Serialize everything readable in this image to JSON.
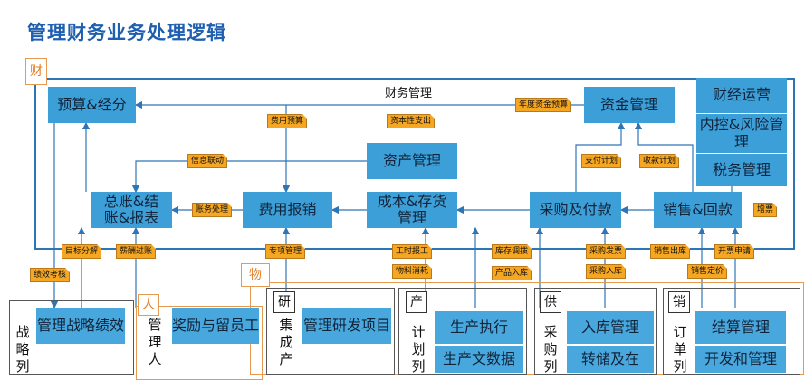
{
  "title": "管理财务业务处理逻辑",
  "tags": {
    "cai": "财",
    "wu": "物",
    "ren": "人"
  },
  "section_title": "财务管理",
  "boxes": {
    "budget": "预算&经分",
    "capital": "资金管理",
    "ops": "财经运营",
    "control": "内控&风险管理",
    "tax": "税务管理",
    "asset": "资产管理",
    "ledger": "总账&结账&报表",
    "expense": "费用报销",
    "cost": "成本&存货管理",
    "purchase": "采购及付款",
    "sales": "销售&回款",
    "perf": "管理战略绩效",
    "reward": "奖励与留员工",
    "rd": "管理研发项目",
    "prod": "生产执行",
    "prod2": "生产文数据",
    "stock_in": "入库管理",
    "transfer": "转储及在",
    "settle": "结算管理",
    "devmgmt": "开发和管理"
  },
  "flow_labels": {
    "expense_budget": "费用预算",
    "capex": "资本性支出",
    "annual_budget": "年度资金预算",
    "info_link": "信息联动",
    "pay_plan": "支付计划",
    "collect_plan": "收款计划",
    "acct_proc": "账务处理",
    "invoice": "增票",
    "target": "目标分解",
    "salary": "薪酬过账",
    "special": "专项管理",
    "labor": "工时报工",
    "material": "物料消耗",
    "stock_adj": "库存调拨",
    "product_in": "产品入库",
    "purchase_inv": "采购发票",
    "purchase_in": "采购入库",
    "sales_out": "销售出库",
    "open_invoice": "开票申请",
    "sales_price": "销售定价",
    "perf_eval": "绩效考核"
  },
  "sections": {
    "strategy": "战略列",
    "manage_person": "管理人",
    "yan": "研",
    "jicheng": "集成产",
    "chan": "产",
    "jihua": "计划列",
    "gong": "供",
    "caigou": "采购列",
    "xiao": "销",
    "dingdan": "订单列"
  }
}
